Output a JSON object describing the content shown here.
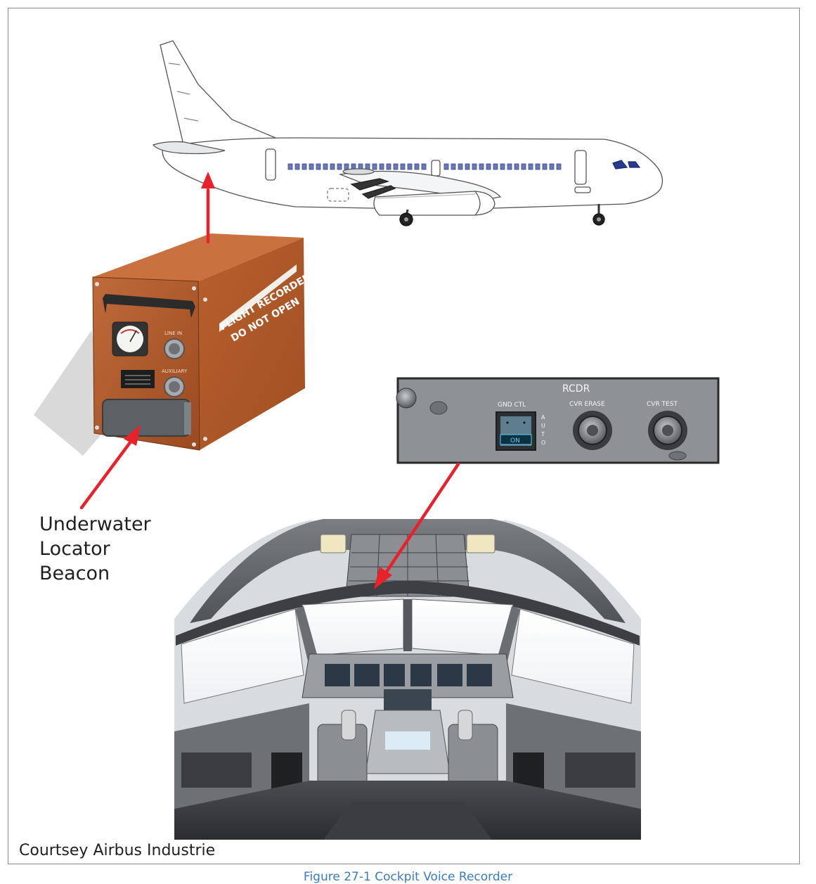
{
  "figure": {
    "beacon_label": [
      "Underwater",
      "Locator",
      "Beacon"
    ],
    "credit": "Courtsey Airbus Industrie",
    "caption": "Figure 27-1 Cockpit Voice Recorder"
  },
  "recorder_unit": {
    "warning_text": [
      "FLIGHT RECORDER",
      "DO NOT OPEN"
    ],
    "connector_labels": [
      "LINE IN",
      "AUXILIARY"
    ],
    "color": "#b85a2c"
  },
  "rcdr_panel": {
    "title": "RCDR",
    "gnd_ctl_label": "GND CTL",
    "switch_state": "ON",
    "auto_letters": [
      "A",
      "U",
      "T",
      "O"
    ],
    "cvr_erase_label": "CVR ERASE",
    "cvr_test_label": "CVR TEST",
    "color": "#8e9196"
  },
  "colors": {
    "arrow": "#e8212b",
    "beacon_fill": "#5c6166",
    "windows": "#283a8f"
  }
}
